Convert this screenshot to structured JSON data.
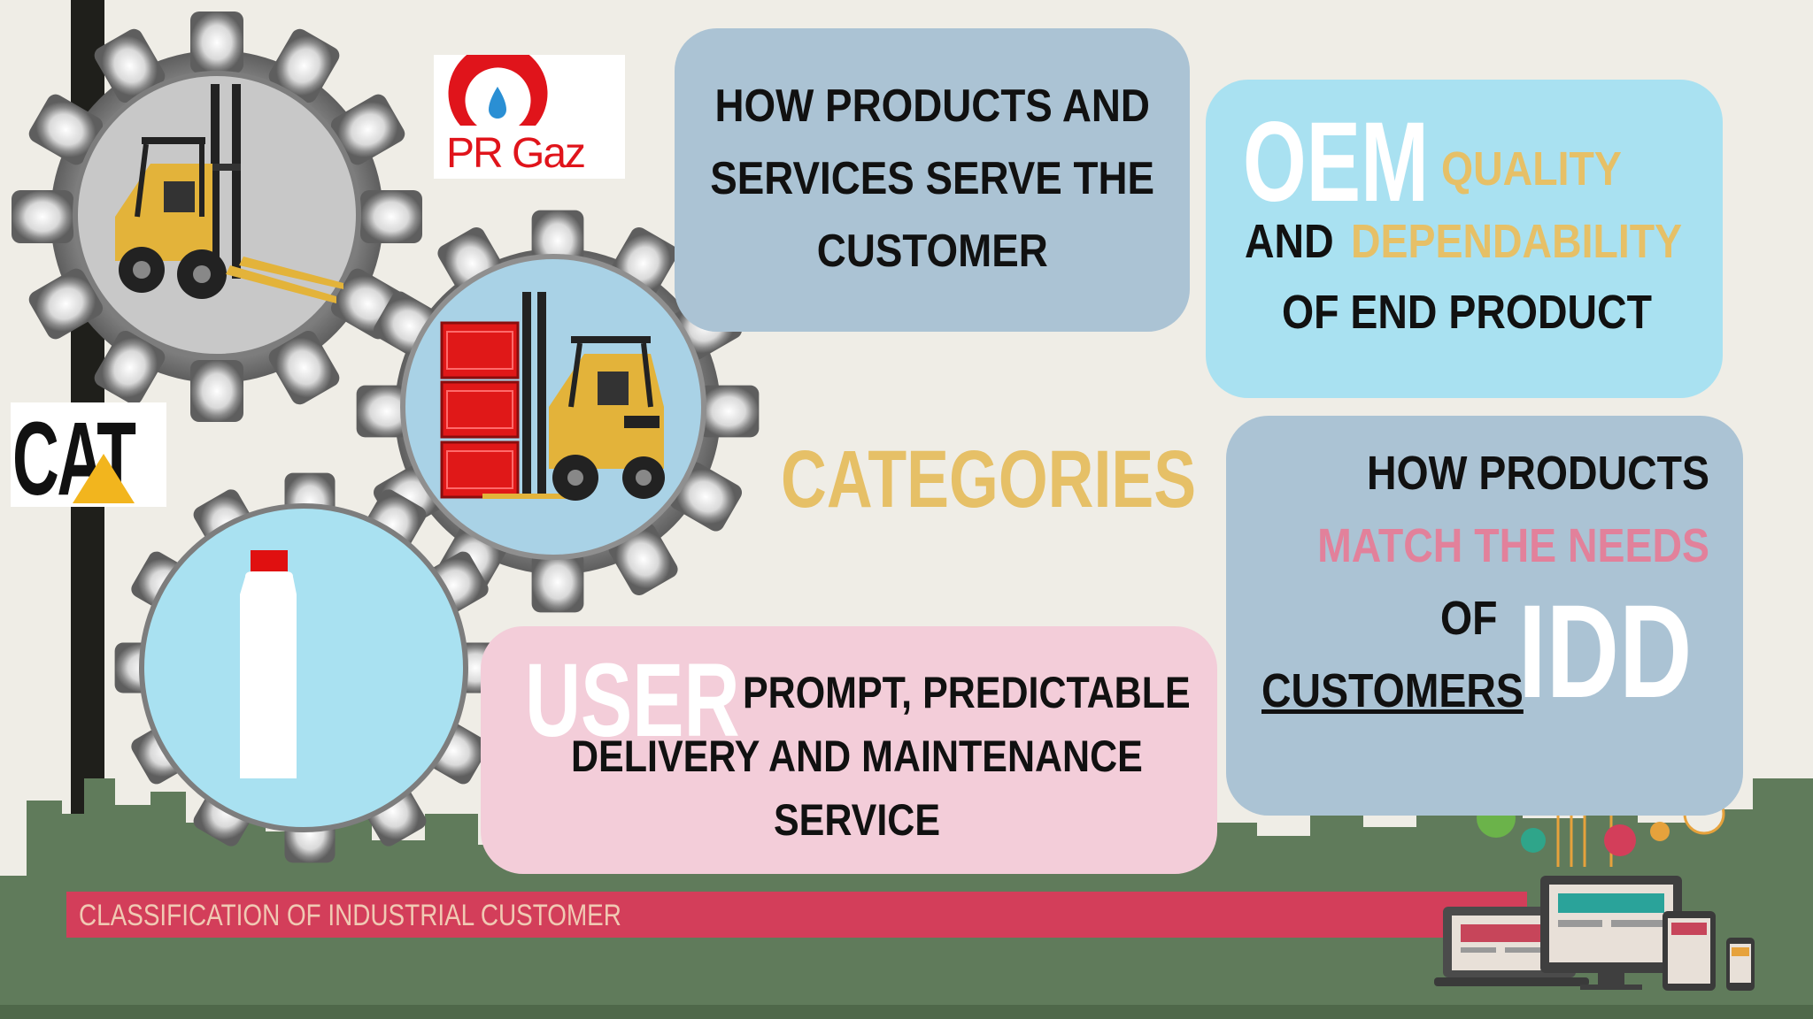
{
  "colors": {
    "background": "#efede6",
    "card_blue": "#abc3d4",
    "card_cyan": "#a9e1f1",
    "card_pink": "#f3cdd9",
    "accent_gold": "#e6c067",
    "accent_pink": "#e2819b",
    "footer_band": "#d33e5a",
    "skyline": "#607b5b",
    "gear": "#7a7a7a"
  },
  "logos": {
    "prgaz": "PR Gaz",
    "cat": "CAT"
  },
  "card_services": {
    "line1": "HOW PRODUCTS AND",
    "line2": "SERVICES SERVE THE",
    "line3": "CUSTOMER"
  },
  "card_oem": {
    "big": "OEM",
    "quality": "QUALITY",
    "and": "AND",
    "dependability": "DEPENDABILITY",
    "line3": "OF END PRODUCT"
  },
  "categories": "CATEGORIES",
  "card_user": {
    "big": "USER",
    "line1": "PROMPT, PREDICTABLE",
    "line2": "DELIVERY AND MAINTENANCE",
    "line3": "SERVICE"
  },
  "card_idd": {
    "line1": "HOW PRODUCTS",
    "line2": "MATCH THE NEEDS",
    "of": "OF",
    "customers": "CUSTOMERS",
    "big": "IDD"
  },
  "footer": {
    "title": "CLASSIFICATION OF INDUSTRIAL CUSTOMER"
  },
  "icons": [
    "gear-icon",
    "forklift-icon",
    "bottle-icon",
    "devices-icon"
  ]
}
